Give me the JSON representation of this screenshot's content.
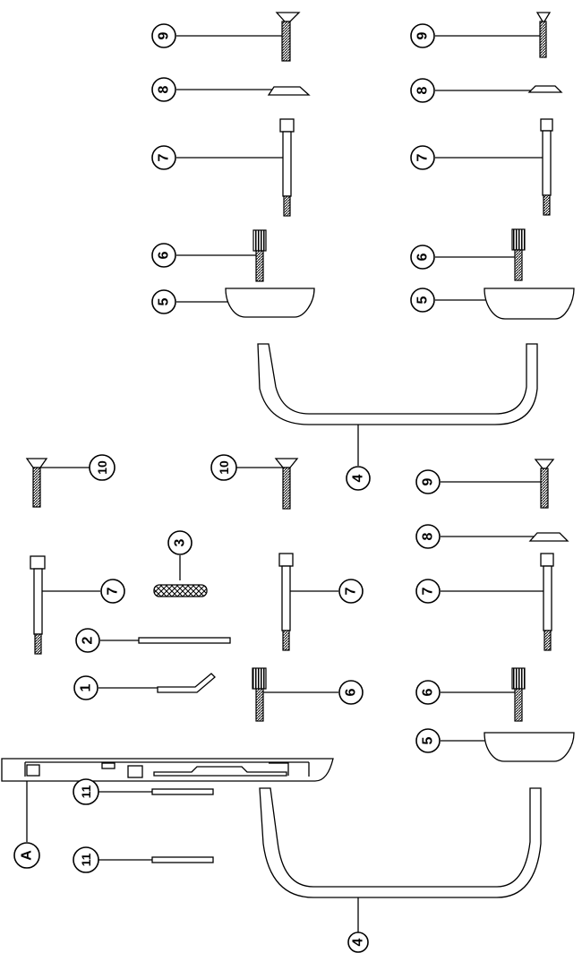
{
  "callouts": {
    "c1": "1",
    "c2": "2",
    "c3": "3",
    "c4": "4",
    "c5": "5",
    "c6": "6",
    "c7": "7",
    "c8": "8",
    "c9": "9",
    "c10": "10",
    "c11": "11",
    "cA": "A"
  },
  "colors": {
    "line": "#000000",
    "background": "#ffffff"
  }
}
